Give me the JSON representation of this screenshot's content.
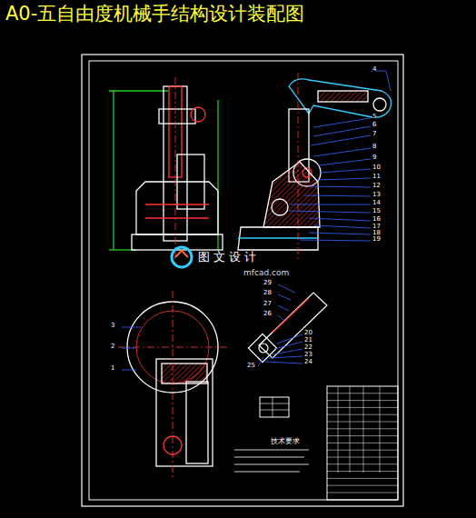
{
  "diagram": {
    "title": "A0-五自由度机械手结构设计装配图",
    "labels": [
      "4",
      "5",
      "6",
      "7",
      "8",
      "9",
      "10",
      "11",
      "12",
      "13",
      "14",
      "15",
      "16",
      "17",
      "18",
      "19",
      "3",
      "2",
      "1",
      "29",
      "28",
      "27",
      "26",
      "20",
      "21",
      "22",
      "23",
      "24",
      "25",
      "图文设计",
      "mfcad.com",
      "技术要求"
    ]
  }
}
